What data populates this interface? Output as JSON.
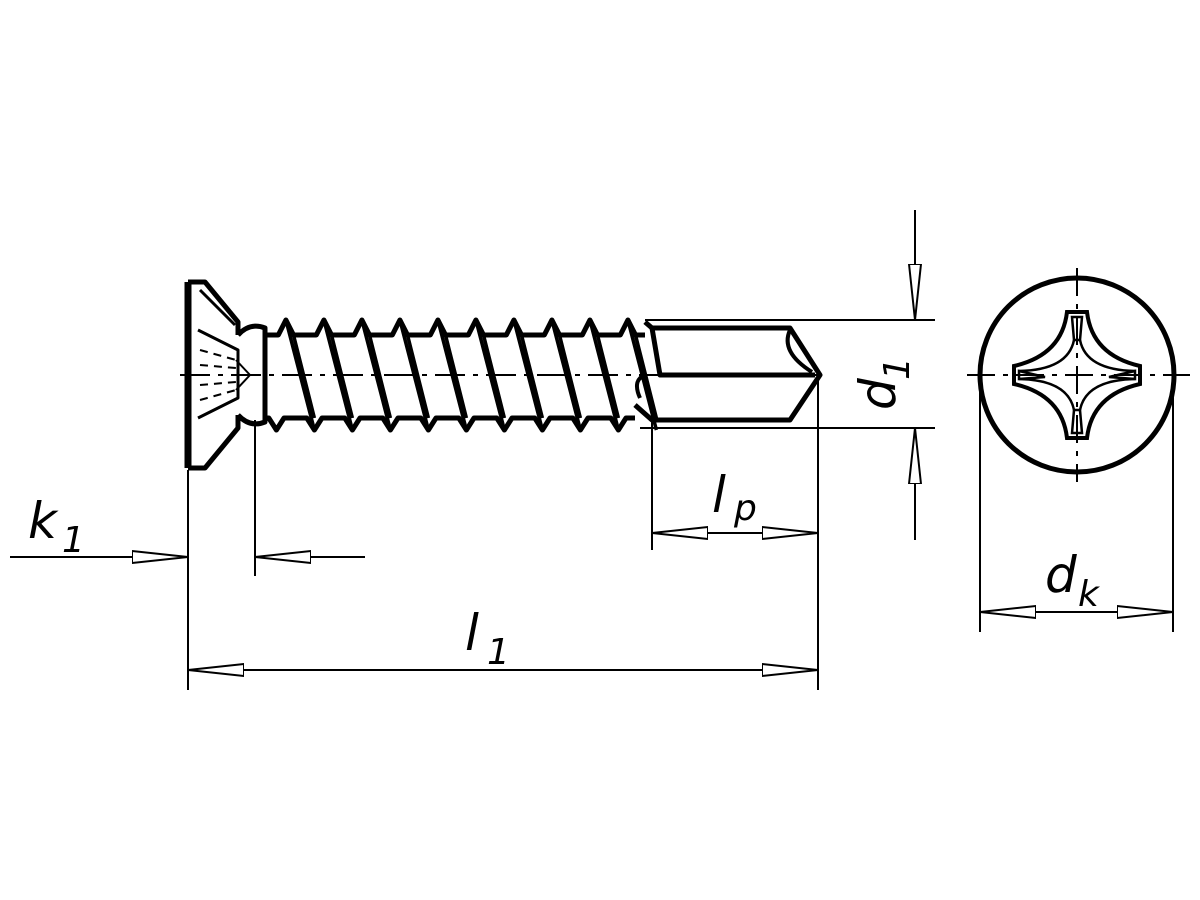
{
  "drawing": {
    "stroke_color": "#000000",
    "background": "#ffffff",
    "labels": {
      "k1": {
        "main": "k",
        "sub": "1"
      },
      "l1": {
        "main": "l",
        "sub": "1"
      },
      "lp": {
        "main": "l",
        "sub": "p"
      },
      "d1": {
        "main": "d",
        "sub": "1"
      },
      "dk": {
        "main": "d",
        "sub": "k"
      }
    },
    "thread_turns": 10
  }
}
